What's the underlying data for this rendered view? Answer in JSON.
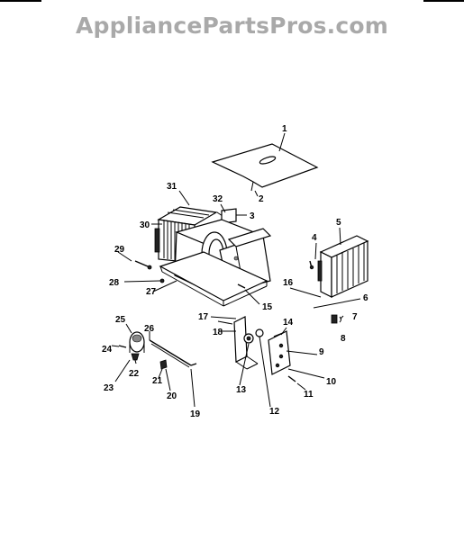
{
  "header": {
    "watermark": "AppliancePartsPros.com"
  },
  "diagram": {
    "callouts": [
      "1",
      "2",
      "3",
      "4",
      "5",
      "6",
      "7",
      "8",
      "9",
      "10",
      "11",
      "12",
      "13",
      "14",
      "15",
      "16",
      "17",
      "18",
      "19",
      "20",
      "21",
      "22",
      "23",
      "24",
      "25",
      "26",
      "27",
      "28",
      "29",
      "30",
      "31",
      "32"
    ],
    "colors": {
      "ink": "#000000",
      "watermark": "#a9a9a9",
      "background": "#ffffff"
    }
  }
}
